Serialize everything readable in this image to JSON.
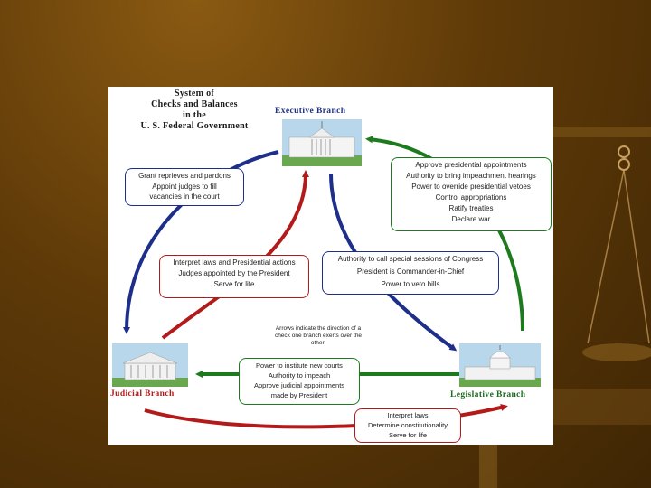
{
  "title": {
    "line1": "System of",
    "line2": "Checks and Balances",
    "line3": "in the",
    "line4": "U. S. Federal Government"
  },
  "branches": {
    "executive": "Executive Branch",
    "judicial": "Judicial Branch",
    "legislative": "Legislative Branch"
  },
  "boxes": {
    "exec_to_judicial": [
      "Grant reprieves and pardons",
      "Appoint judges to fill",
      "vacancies in the court"
    ],
    "leg_to_exec": [
      "Approve presidential appointments",
      "Authority to bring impeachment hearings",
      "Power to override presidential vetoes",
      "Control appropriations",
      "Ratify treaties",
      "Declare war"
    ],
    "jud_to_exec": [
      "Interpret laws and Presidential actions",
      "Judges appointed by the President",
      "Serve for life"
    ],
    "exec_to_leg": [
      "Authority to call special sessions of Congress",
      "President is Commander-in-Chief",
      "Power to veto bills"
    ],
    "leg_to_jud": [
      "Power to institute new courts",
      "Authority to impeach",
      "Approve judicial appointments",
      "made by President"
    ],
    "jud_to_leg": [
      "Interpret laws",
      "Determine constitutionality",
      "Serve for life"
    ]
  },
  "note": "Arrows indicate the direction of a check one branch exerts over the other.",
  "colors": {
    "blue": "#1d2f8a",
    "green": "#1d7a1d",
    "red": "#b31b1b"
  }
}
